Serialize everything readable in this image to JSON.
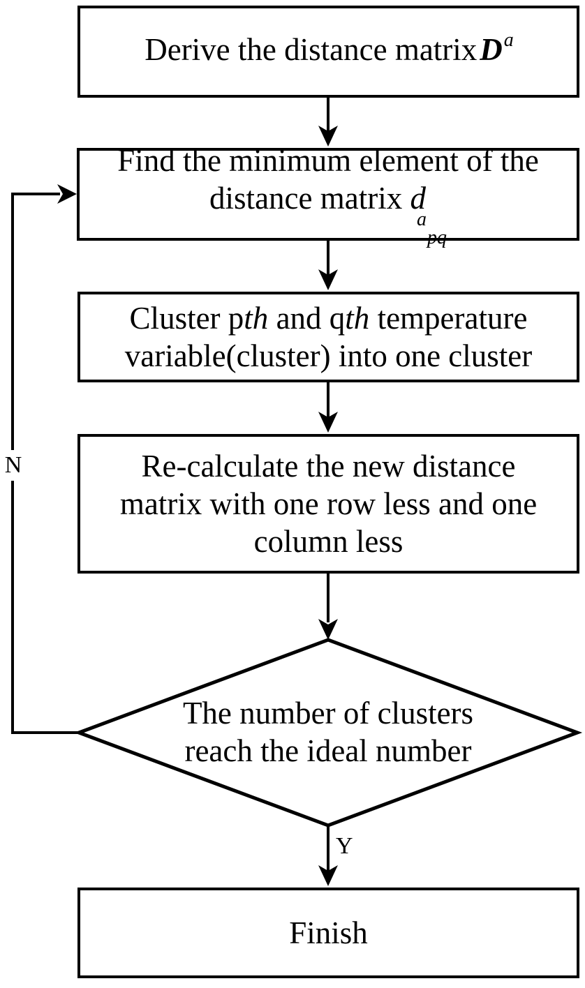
{
  "diagram": {
    "colors": {
      "ink": "#000000",
      "paper": "#ffffff"
    },
    "nodes": {
      "derive": {
        "prefix": "Derive the distance matrix",
        "var": "D",
        "sup": "a"
      },
      "find": {
        "line1": "Find the minimum element of the",
        "line2_prefix": "distance matrix ",
        "var": "d",
        "sup": "a",
        "sub": "pq"
      },
      "cluster": {
        "p1": "Cluster p",
        "i1": "th",
        "p2": " and q",
        "i2": "th",
        "p3": " temperature",
        "line2": "variable(cluster) into one cluster"
      },
      "recalc": {
        "line1": "Re-calculate the new distance",
        "line2": "matrix with one row less and one",
        "line3": "column less"
      },
      "decision": {
        "line1": "The number of clusters",
        "line2": "reach the ideal number"
      },
      "finish": {
        "label": "Finish"
      }
    },
    "edge_labels": {
      "no": "N",
      "yes": "Y"
    }
  }
}
